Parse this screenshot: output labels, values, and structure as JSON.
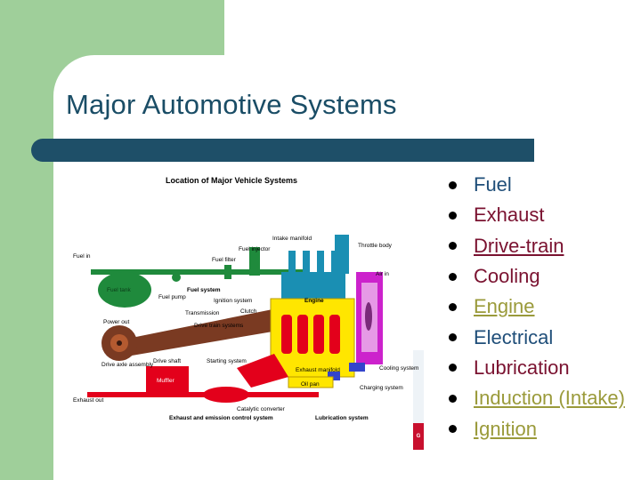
{
  "slide": {
    "title": "Major Automotive Systems",
    "bullets": [
      {
        "label": "Fuel",
        "color": "#1f4e79",
        "underline": false
      },
      {
        "label": "Exhaust",
        "color": "#7a1230",
        "underline": false
      },
      {
        "label": "Drive-train",
        "color": "#7a1230",
        "underline": true
      },
      {
        "label": "Cooling",
        "color": "#7a1230",
        "underline": false
      },
      {
        "label": "Engine",
        "color": "#9a9a3a",
        "underline": true
      },
      {
        "label": "Electrical",
        "color": "#1f4e79",
        "underline": false
      },
      {
        "label": "Lubrication",
        "color": "#7a1230",
        "underline": false
      },
      {
        "label": "Induction (Intake)",
        "color": "#9a9a3a",
        "underline": true
      },
      {
        "label": "Ignition",
        "color": "#9a9a3a",
        "underline": true
      }
    ]
  },
  "diagram": {
    "heading": "Location of Major Vehicle Systems",
    "labels": {
      "fuel_in": "Fuel in",
      "fuel_tank": "Fuel tank",
      "fuel_pump": "Fuel pump",
      "fuel_filter": "Fuel filter",
      "fuel_injector": "Fuel injector",
      "fuel_system": "Fuel system",
      "intake_manifold": "Intake manifold",
      "throttle_body": "Throttle body",
      "air_in": "Air in",
      "ignition_system": "Ignition system",
      "clutch": "Clutch",
      "transmission": "Transmission",
      "power_out": "Power out",
      "drive_train_systems": "Drive train systems",
      "engine": "Engine",
      "drive_axle_assembly": "Drive axle assembly",
      "drive_shaft": "Drive shaft",
      "starting_system": "Starting system",
      "exhaust_manifold": "Exhaust manifold",
      "muffler": "Muffler",
      "cooling_system": "Cooling system",
      "oil_pan": "Oil pan",
      "charging_system": "Charging system",
      "exhaust_out": "Exhaust out",
      "catalytic_converter": "Catalytic converter",
      "exhaust_emission": "Exhaust and emission control system",
      "lubrication_system": "Lubrication system"
    },
    "colors": {
      "fuel": "#1f8a3c",
      "engine": "#ffe600",
      "hot": "#e3001b",
      "drivetrain": "#7a3a22",
      "cooling": "#cc22cc",
      "intake": "#1a8fb3",
      "electrical": "#3344cc"
    }
  }
}
